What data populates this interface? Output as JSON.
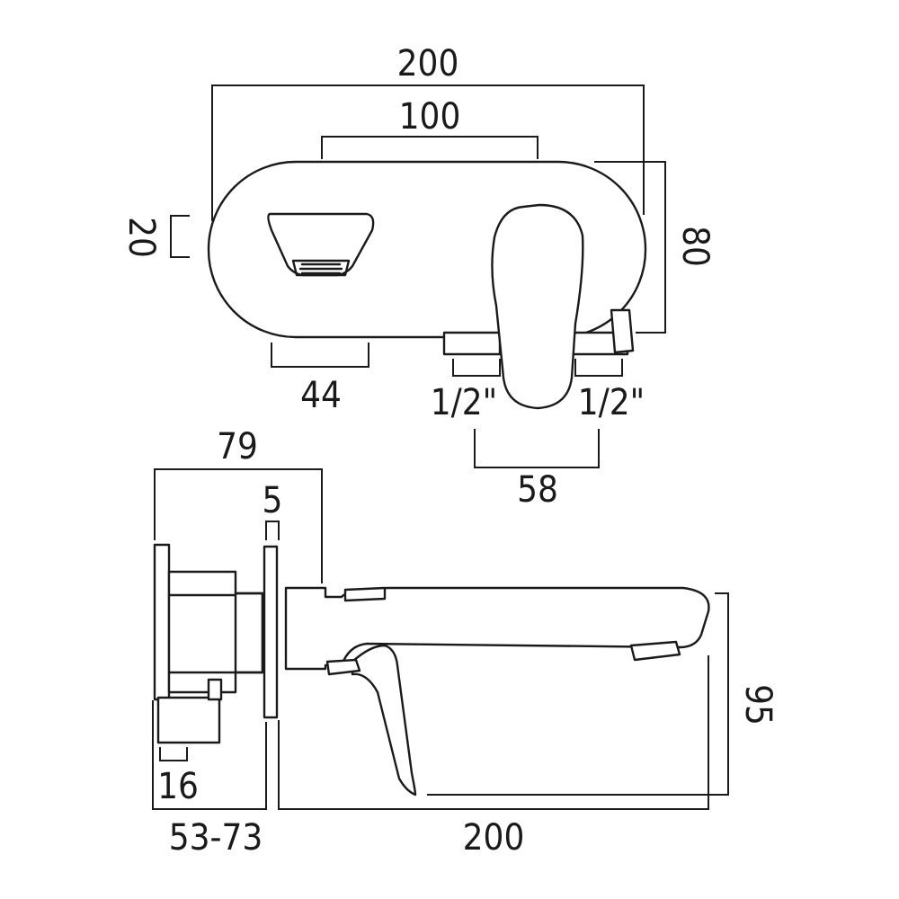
{
  "front_view": {
    "overall_width": "200",
    "spout_spacing": "100",
    "height": "80",
    "outlet_height": "20",
    "outlet_width": "44",
    "left_connection": "1/2\"",
    "right_connection": "1/2\"",
    "connection_spacing": "58"
  },
  "side_view": {
    "body_depth": "79",
    "plate_thickness": "5",
    "spout_height": "95",
    "spout_projection": "200",
    "wall_depth_range": "53-73",
    "stem_length": "16"
  }
}
